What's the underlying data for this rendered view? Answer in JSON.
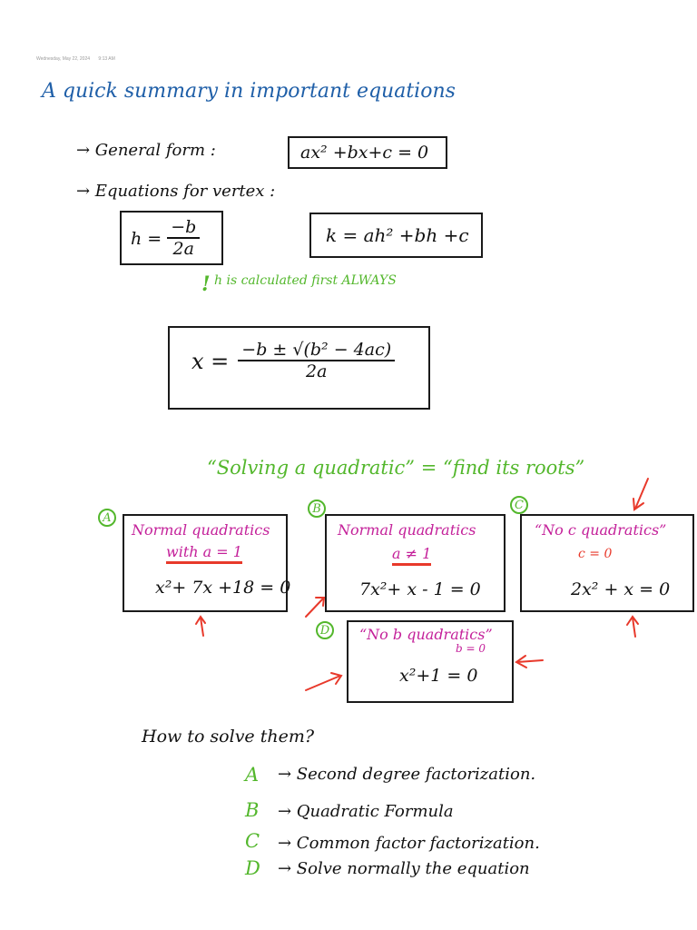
{
  "stamp": {
    "date": "Wednesday, May 22, 2024",
    "time": "9:13 AM"
  },
  "title": "A quick summary in important equations",
  "general_form": {
    "label": "→ General  form :",
    "equation": "ax² +bx+c = 0"
  },
  "vertex": {
    "label": "→ Equations  for  vertex :",
    "h_lhs": "h =",
    "h_num": "−b",
    "h_den": "2a",
    "k_eq": "k = ah² +bh +c",
    "note_mark": "!",
    "note": "h  is  calculated  first  ALWAYS"
  },
  "quadratic_formula": {
    "lhs": "x =",
    "num": "−b ± √(b² − 4ac)",
    "den": "2a"
  },
  "solving_heading": "“Solving a quadratic”  =  “find its roots”",
  "cases": [
    {
      "letter": "A",
      "line1": "Normal quadratics",
      "line2": "with  a = 1",
      "equation": "x²+ 7x +18 = 0"
    },
    {
      "letter": "B",
      "line1": "Normal quadratics",
      "line2": "a ≠ 1",
      "equation": "7x²+ x - 1 = 0"
    },
    {
      "letter": "C",
      "line1": "“No c quadratics”",
      "line2": "c = 0",
      "equation": "2x² + x = 0"
    },
    {
      "letter": "D",
      "line1": "“No b quadratics”",
      "line2": "b = 0",
      "equation": "x²+1 = 0"
    }
  ],
  "how_to": {
    "question": "How to solve them?",
    "items": [
      {
        "letter": "A",
        "text": "→ Second degree factorization."
      },
      {
        "letter": "B",
        "text": "→ Quadratic Formula"
      },
      {
        "letter": "C",
        "text": "→ Common factor factorization."
      },
      {
        "letter": "D",
        "text": "→ Solve normally the equation"
      }
    ]
  },
  "colors": {
    "title": "#1f5fa8",
    "green": "#53b72c",
    "magenta": "#c4219a",
    "red": "#e8392b",
    "ink": "#111111"
  }
}
